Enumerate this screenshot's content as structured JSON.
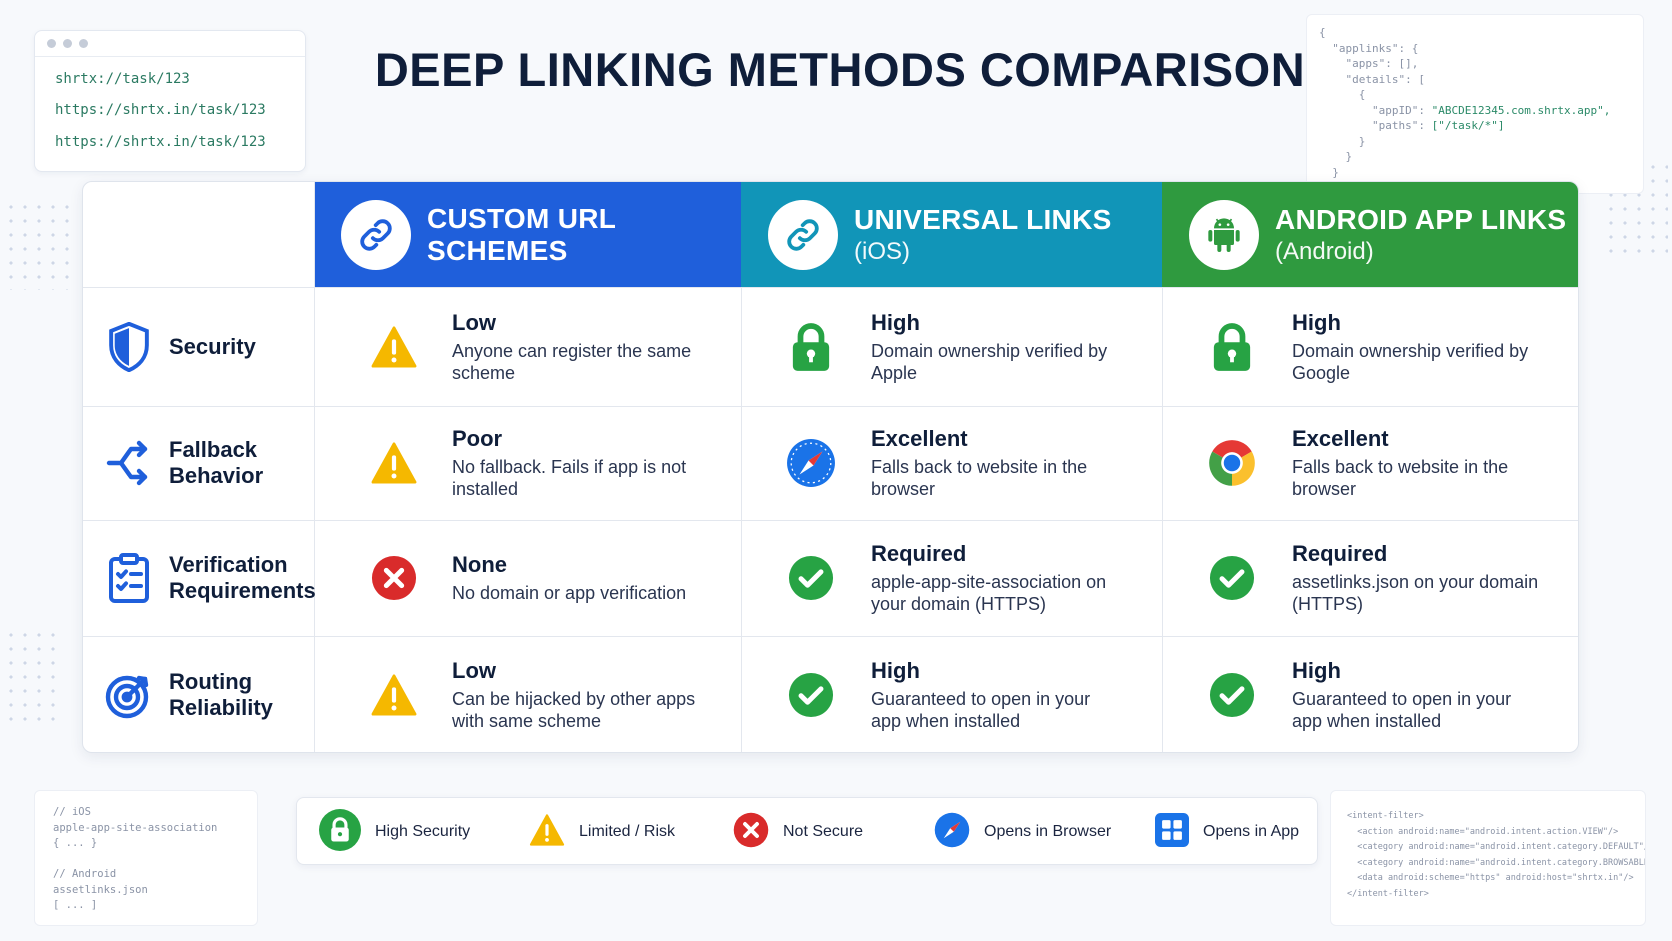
{
  "title": "DEEP LINKING METHODS COMPARISON",
  "url_card": {
    "lines": [
      "shrtx://task/123",
      "https://shrtx.in/task/123",
      "https://shrtx.in/task/123"
    ]
  },
  "json_card": {
    "l1": "{",
    "l2": "  \"applinks\": {",
    "l3": "    \"apps\": [],",
    "l4": "    \"details\": [",
    "l5": "      {",
    "l6k": "        \"appID\": ",
    "l6v": "\"ABCDE12345.com.shrtx.app\",",
    "l7k": "        \"paths\": ",
    "l7v": "[\"/task/*\"]",
    "l8": "      }",
    "l9": "    }",
    "l10": "  }"
  },
  "columns": [
    {
      "name": "CUSTOM URL SCHEMES",
      "sub": "",
      "color": "#1f5fdb",
      "icon": "link-icon"
    },
    {
      "name": "UNIVERSAL LINKS",
      "sub": "(iOS)",
      "color": "#1195b8",
      "icon": "link-icon"
    },
    {
      "name": "ANDROID APP LINKS",
      "sub": "(Android)",
      "color": "#2f9a3f",
      "icon": "android-icon"
    }
  ],
  "rows": [
    {
      "label": "Security",
      "icon": "shield-icon",
      "cells": [
        {
          "status": "warning",
          "title": "Low",
          "desc": "Anyone can register the same scheme"
        },
        {
          "status": "lock",
          "title": "High",
          "desc": "Domain ownership verified by Apple"
        },
        {
          "status": "lock",
          "title": "High",
          "desc": "Domain ownership verified by Google"
        }
      ]
    },
    {
      "label": "Fallback Behavior",
      "icon": "fork-arrows-icon",
      "cells": [
        {
          "status": "warning",
          "title": "Poor",
          "desc": "No fallback. Fails if app is not installed"
        },
        {
          "status": "safari",
          "title": "Excellent",
          "desc": "Falls back to website in the browser"
        },
        {
          "status": "chrome",
          "title": "Excellent",
          "desc": "Falls back to website in the browser"
        }
      ]
    },
    {
      "label": "Verification Requirements",
      "icon": "clipboard-check-icon",
      "cells": [
        {
          "status": "error",
          "title": "None",
          "desc": "No domain or app verification"
        },
        {
          "status": "check",
          "title": "Required",
          "desc": "apple-app-site-association on your domain (HTTPS)"
        },
        {
          "status": "check",
          "title": "Required",
          "desc": "assetlinks.json on your domain (HTTPS)"
        }
      ]
    },
    {
      "label": "Routing Reliability",
      "icon": "target-icon",
      "cells": [
        {
          "status": "warning",
          "title": "Low",
          "desc": "Can be hijacked by other apps with same scheme"
        },
        {
          "status": "check",
          "title": "High",
          "desc": "Guaranteed to open in your app when installed"
        },
        {
          "status": "check",
          "title": "High",
          "desc": "Guaranteed to open in your app when installed"
        }
      ]
    }
  ],
  "legend": [
    {
      "icon": "lock-icon",
      "label": "High Security"
    },
    {
      "icon": "warning-icon",
      "label": "Limited / Risk"
    },
    {
      "icon": "error-icon",
      "label": "Not Secure"
    },
    {
      "icon": "compass-icon",
      "label": "Opens in Browser"
    },
    {
      "icon": "app-grid-icon",
      "label": "Opens in App"
    }
  ],
  "code_left": {
    "c1": "// iOS",
    "t1": "apple-app-site-association",
    "b1": "{ ... }",
    "c2": "// Android",
    "t2": "assetlinks.json",
    "b2": "[ ... ]"
  },
  "code_right": {
    "l1": "<intent-filter>",
    "l2": "  <action android:name=\"android.intent.action.VIEW\"/>",
    "l3": "  <category android:name=\"android.intent.category.DEFAULT\"/>",
    "l4": "  <category android:name=\"android.intent.category.BROWSABLE\"/>",
    "l5": "  <data android:scheme=\"https\" android:host=\"shrtx.in\"/>",
    "l6": "</intent-filter>"
  },
  "colors": {
    "warning": "#f5b800",
    "error": "#d92b2b",
    "success": "#27a344",
    "safari": "#1a73e8",
    "criterion_icon": "#1f5fdb"
  }
}
